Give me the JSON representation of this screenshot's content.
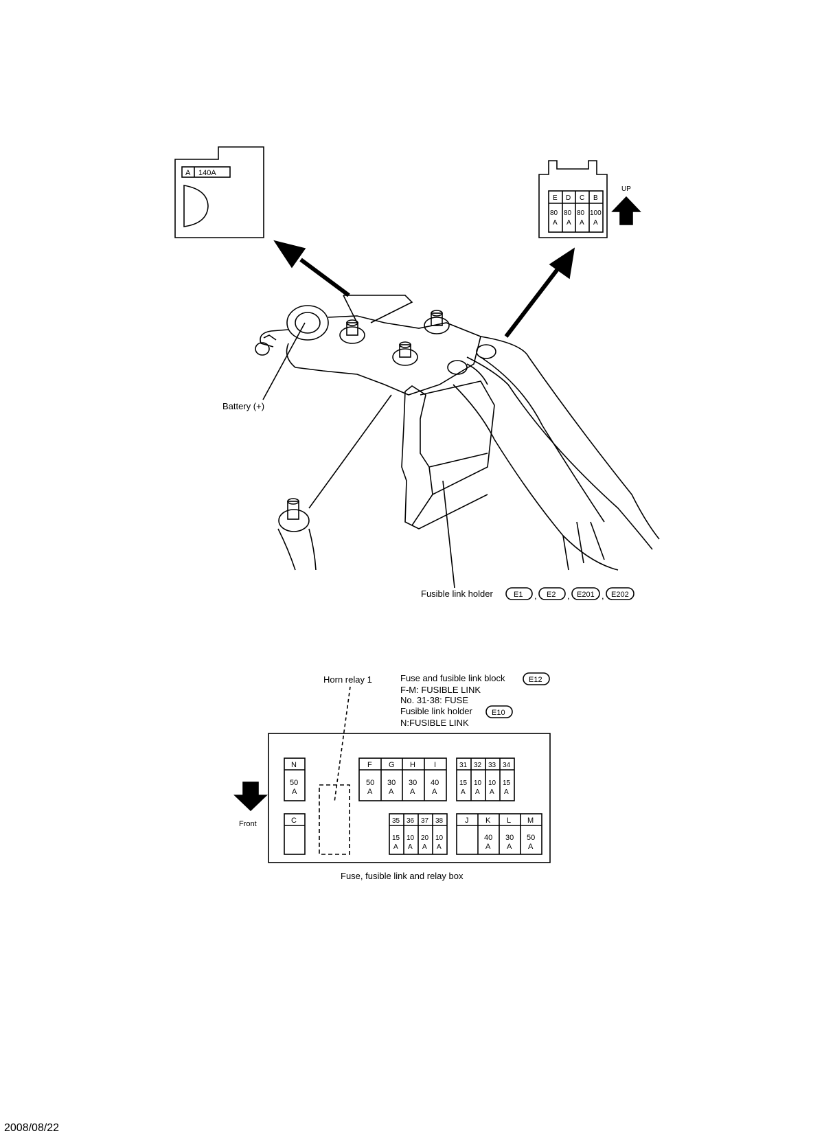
{
  "connector_a": {
    "letter": "A",
    "rating": "140A"
  },
  "connector_top_right": {
    "letters": [
      "E",
      "D",
      "C",
      "B"
    ],
    "ratings": [
      {
        "amp": "80",
        "unit": "A"
      },
      {
        "amp": "80",
        "unit": "A"
      },
      {
        "amp": "80",
        "unit": "A"
      },
      {
        "amp": "100",
        "unit": "A"
      }
    ],
    "up_label": "UP"
  },
  "labels": {
    "battery": "Battery (+)",
    "fusible_link_holder": "Fusible link holder",
    "connectors_holder": [
      "E1",
      "E2",
      "E201",
      "E202"
    ],
    "separator": ","
  },
  "relay_box": {
    "horn_relay": "Horn relay 1",
    "block_title": "Fuse and fusible link block",
    "block_connector": "E12",
    "line_fm": "F-M: FUSIBLE LINK",
    "line_fuse": "No. 31-38: FUSE",
    "holder_title": "Fusible link holder",
    "holder_connector": "E10",
    "line_n": "N:FUSIBLE LINK",
    "front_label": "Front",
    "caption": "Fuse, fusible link and relay box",
    "n": {
      "letter": "N",
      "amp": "50",
      "unit": "A"
    },
    "c": {
      "letter": "C"
    },
    "fghi": [
      {
        "letter": "F",
        "amp": "50",
        "unit": "A"
      },
      {
        "letter": "G",
        "amp": "30",
        "unit": "A"
      },
      {
        "letter": "H",
        "amp": "30",
        "unit": "A"
      },
      {
        "letter": "I",
        "amp": "40",
        "unit": "A"
      }
    ],
    "fuses_31_34": [
      {
        "num": "31",
        "amp": "15",
        "unit": "A"
      },
      {
        "num": "32",
        "amp": "10",
        "unit": "A"
      },
      {
        "num": "33",
        "amp": "10",
        "unit": "A"
      },
      {
        "num": "34",
        "amp": "15",
        "unit": "A"
      }
    ],
    "fuses_35_38": [
      {
        "num": "35",
        "amp": "15",
        "unit": "A"
      },
      {
        "num": "36",
        "amp": "10",
        "unit": "A"
      },
      {
        "num": "37",
        "amp": "20",
        "unit": "A"
      },
      {
        "num": "38",
        "amp": "10",
        "unit": "A"
      }
    ],
    "jklm": [
      {
        "letter": "J",
        "amp": "",
        "unit": ""
      },
      {
        "letter": "K",
        "amp": "40",
        "unit": "A"
      },
      {
        "letter": "L",
        "amp": "30",
        "unit": "A"
      },
      {
        "letter": "M",
        "amp": "50",
        "unit": "A"
      }
    ]
  },
  "date": "2008/08/22"
}
